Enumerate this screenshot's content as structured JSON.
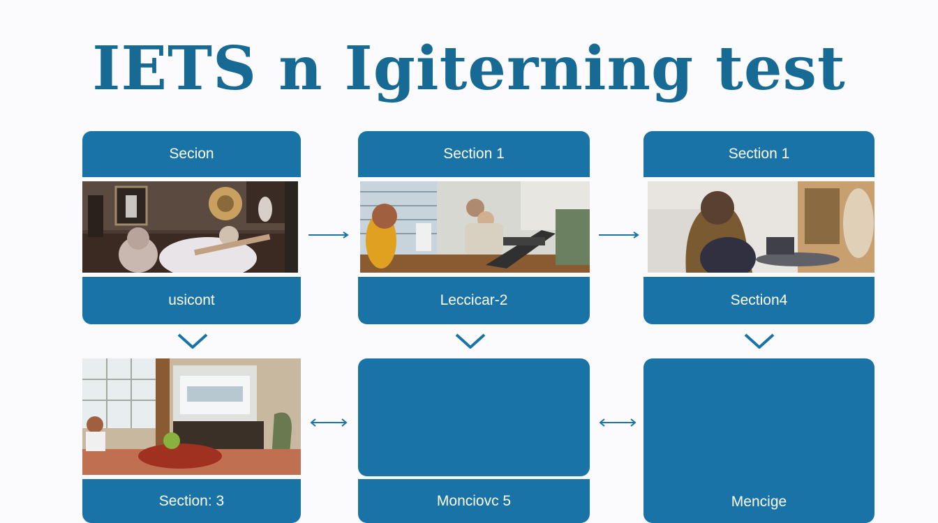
{
  "title": "IETS n Igiterning test",
  "cards": [
    {
      "header": "Secion",
      "footer": "usicont"
    },
    {
      "header": "Section 1",
      "footer": "Leccicar-2"
    },
    {
      "header": "Section 1",
      "footer": "Section4"
    },
    {
      "footer": "Section: 3"
    },
    {
      "footer": "Monciovc 5"
    },
    {
      "footer": "Mencige"
    }
  ],
  "colors": {
    "accent": "#1a73a6",
    "title": "#176a93",
    "background": "#fbfbfd"
  }
}
